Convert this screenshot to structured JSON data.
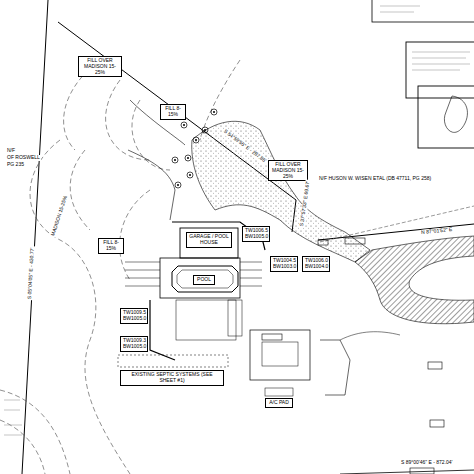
{
  "diagram": {
    "nodes": [
      {
        "text": [
          "FILL OVER MADISON 15-25%"
        ]
      },
      {
        "text": [
          "FILL 8-15%"
        ]
      },
      {
        "text": [
          "FILL OVER MADISON 15-25%"
        ]
      },
      {
        "text": [
          "FILL 8-15%"
        ]
      },
      {
        "text": [
          "GARAGE / POOL HOUSE"
        ]
      },
      {
        "text": [
          "POOL"
        ]
      },
      {
        "text": [
          "TW1006.5 BW1005.0"
        ]
      },
      {
        "text": [
          "TW1004.5 BW1003.0"
        ]
      },
      {
        "text": [
          "TW1006.0 BW1004.0"
        ]
      },
      {
        "text": [
          "TW1009.5 BW1005.0"
        ]
      },
      {
        "text": [
          "TW1009.3 BW1005.0"
        ]
      },
      {
        "text": [
          "EXISTING SEPTIC SYSTEMS (SEE SHEET #1)"
        ]
      },
      {
        "text": [
          "A/C PAD"
        ]
      }
    ],
    "labels": [
      "MADISON 15-25%",
      "N/F",
      "OF ROSWELL",
      "PG 235",
      "S 05°04'05\" E - 430.77'",
      "S 54°59'55\" E - 287.85'",
      "S 37°57'33\" E 69.67'",
      "N/F HUSON W. WISEN ETAL (DB 47711, PG 258)",
      "N 87°01'52\" E",
      "S 89°00'46\" E - 872.04'"
    ]
  }
}
